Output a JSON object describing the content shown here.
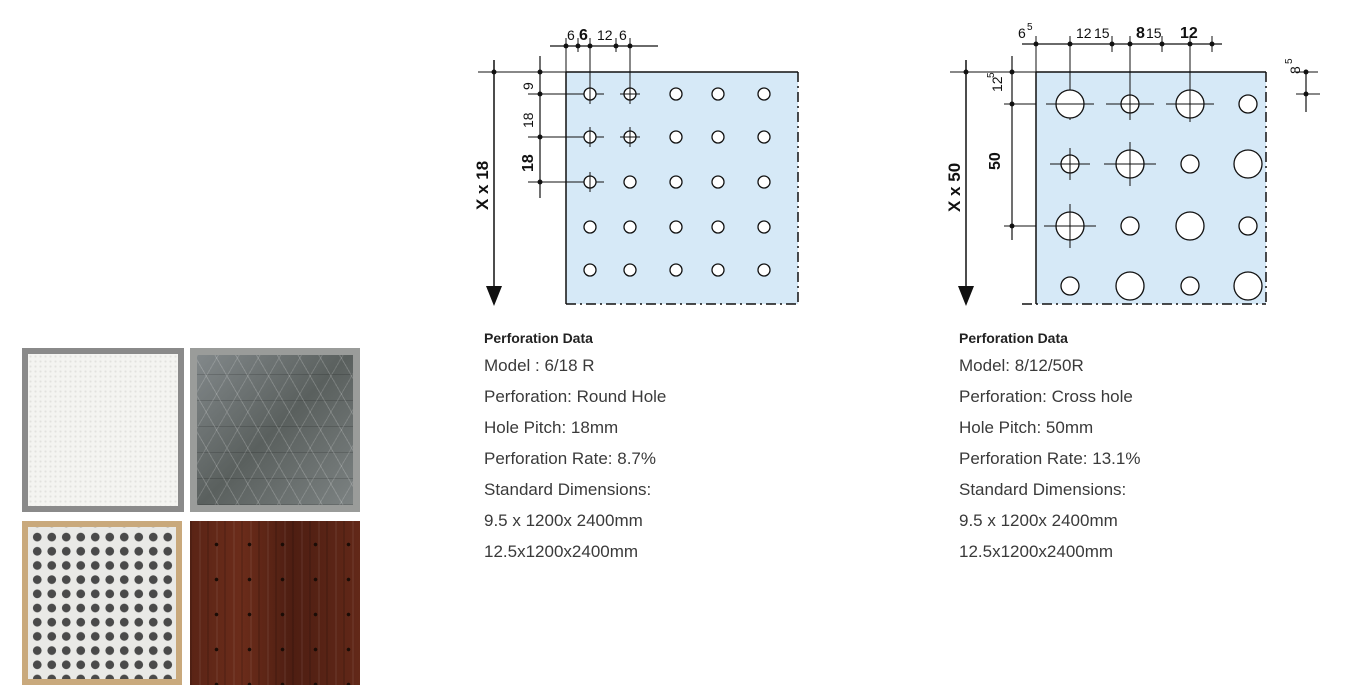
{
  "diagram_left": {
    "top_dims": [
      "6",
      "6",
      "12",
      "6"
    ],
    "side_dims": [
      "9",
      "18",
      "18"
    ],
    "axis_label": "X x 18"
  },
  "diagram_right": {
    "top_dims": [
      "6",
      "5",
      "12",
      "15",
      "8",
      "15",
      "12"
    ],
    "corner_dim": "12",
    "corner_sup": "5",
    "right_dim": "8",
    "right_sup": "5",
    "side_dim": "50",
    "axis_label": "X x 50"
  },
  "info_left": {
    "heading": "Perforation Data",
    "lines": [
      "Model : 6/18 R",
      "Perforation: Round Hole",
      "Hole Pitch: 18mm",
      "Perforation Rate: 8.7%",
      "Standard Dimensions:",
      "9.5 x 1200x  2400mm",
      "12.5x1200x2400mm"
    ]
  },
  "info_right": {
    "heading": "Perforation Data",
    "lines": [
      "Model: 8/12/50R",
      "Perforation: Cross hole",
      "Hole Pitch: 50mm",
      "Perforation Rate: 13.1%",
      "Standard Dimensions:",
      "9.5 x 1200x 2400mm",
      "12.5x1200x2400mm"
    ]
  },
  "colors": {
    "panel_fill": "#d6e9f7",
    "line": "#111111",
    "text": "#3a3a3a"
  }
}
